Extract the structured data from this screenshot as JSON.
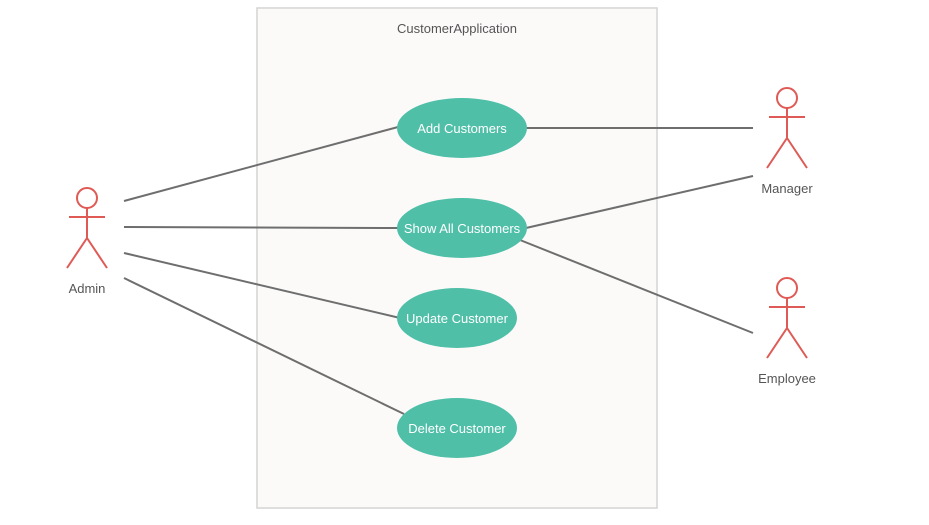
{
  "system": {
    "title": "CustomerApplication"
  },
  "use_cases": [
    {
      "id": "add",
      "label": "Add Customers"
    },
    {
      "id": "show",
      "label": "Show All Customers"
    },
    {
      "id": "update",
      "label": "Update Customer"
    },
    {
      "id": "delete",
      "label": "Delete Customer"
    }
  ],
  "actors": [
    {
      "id": "admin",
      "label": "Admin"
    },
    {
      "id": "manager",
      "label": "Manager"
    },
    {
      "id": "employee",
      "label": "Employee"
    }
  ],
  "associations": [
    {
      "actor": "admin",
      "use_case": "add"
    },
    {
      "actor": "admin",
      "use_case": "show"
    },
    {
      "actor": "admin",
      "use_case": "update"
    },
    {
      "actor": "admin",
      "use_case": "delete"
    },
    {
      "actor": "manager",
      "use_case": "add"
    },
    {
      "actor": "manager",
      "use_case": "show"
    },
    {
      "actor": "employee",
      "use_case": "show"
    }
  ],
  "colors": {
    "use_case_fill": "#4fbfa8",
    "actor_stroke": "#e05a55",
    "line": "#6e6e6e",
    "boundary_fill": "#fbfaf9",
    "boundary_stroke": "#d4d4d4"
  }
}
